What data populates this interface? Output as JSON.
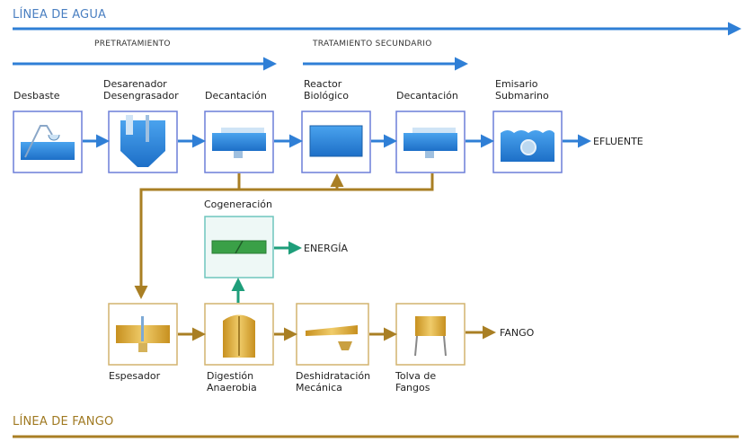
{
  "linea_agua": {
    "title": "LÍNEA DE AGUA",
    "pretratamiento": "PRETRATAMIENTO",
    "tratamiento_secundario": "TRATAMIENTO SECUNDARIO",
    "stages": [
      {
        "label": "Desbaste",
        "icon": "bar-screen-icon"
      },
      {
        "label": "Desarenador\nDesengrasador",
        "icon": "grit-tank-icon"
      },
      {
        "label": "Decantación",
        "icon": "clarifier-icon"
      },
      {
        "label": "Reactor\nBiológico",
        "icon": "bioreactor-icon"
      },
      {
        "label": "Decantación",
        "icon": "clarifier-icon"
      },
      {
        "label": "Emisario\nSubmarino",
        "icon": "outfall-icon"
      }
    ],
    "output": "EFLUENTE"
  },
  "cogeneracion": {
    "label": "Cogeneración",
    "output": "ENERGÍA",
    "icon": "generator-icon"
  },
  "linea_fango": {
    "title": "LÍNEA DE FANGO",
    "stages": [
      {
        "label": "Espesador",
        "icon": "thickener-icon"
      },
      {
        "label": "Digestión\nAnaerobia",
        "icon": "digester-icon"
      },
      {
        "label": "Deshidratación\nMecánica",
        "icon": "dewatering-icon"
      },
      {
        "label": "Tolva de\nFangos",
        "icon": "hopper-icon"
      }
    ],
    "output": "FANGO"
  },
  "colors": {
    "water": "#2f7fd6",
    "water_box_border": "#6c7ed8",
    "sludge": "#a97f24",
    "sludge_box_border": "#d2b36e",
    "energy": "#1e9e7a",
    "cog_border": "#6fc6bd"
  }
}
